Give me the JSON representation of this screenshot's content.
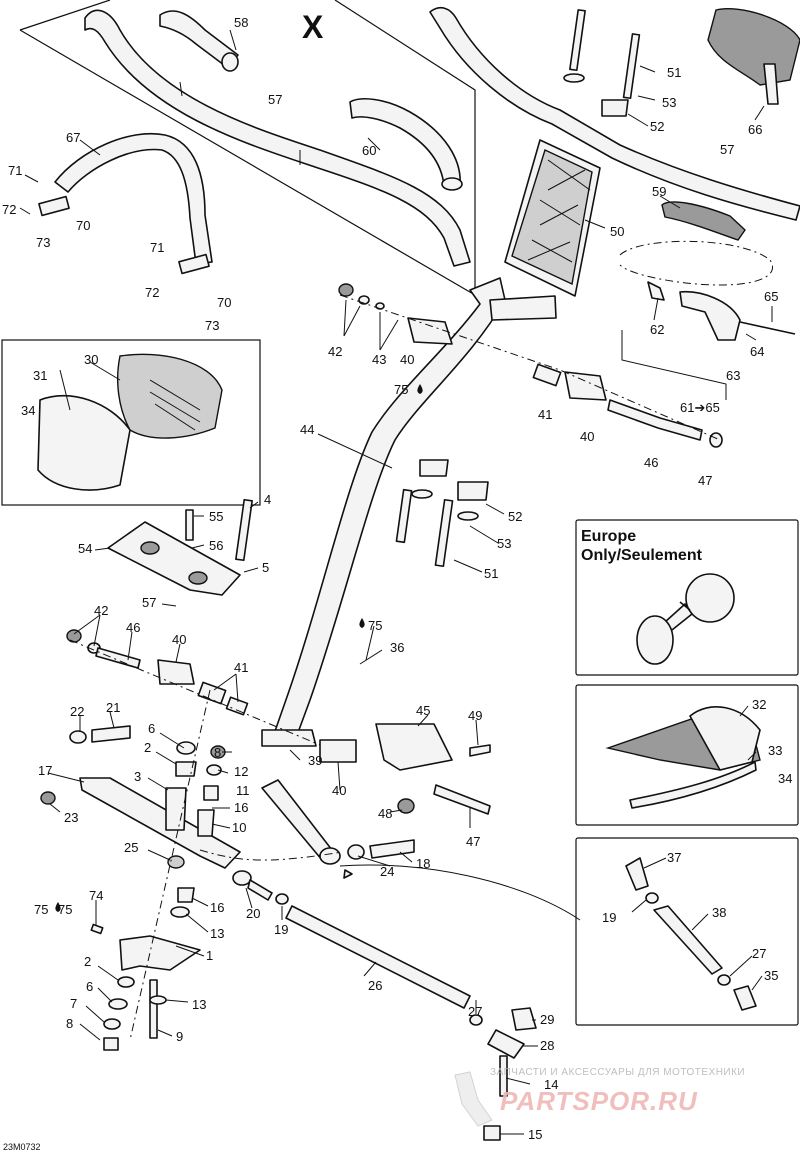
{
  "diagram_code": "23M0732",
  "variant_marker": "X",
  "europe_title_line1": "Europe",
  "europe_title_line2": "Only/Seulement",
  "kit_label": "61➔65",
  "watermark": {
    "text": "ЗАПЧАСТИ И АКСЕССУАРЫ ДЛЯ МОТОТЕХНИКИ",
    "logo": "PARTSPOR.RU"
  },
  "callouts": [
    {
      "id": "c58",
      "label": "58"
    },
    {
      "id": "c57a",
      "label": "57"
    },
    {
      "id": "c60",
      "label": "60"
    },
    {
      "id": "c67",
      "label": "67"
    },
    {
      "id": "c71a",
      "label": "71"
    },
    {
      "id": "c72a",
      "label": "72"
    },
    {
      "id": "c70a",
      "label": "70"
    },
    {
      "id": "c73a",
      "label": "73"
    },
    {
      "id": "c71b",
      "label": "71"
    },
    {
      "id": "c72b",
      "label": "72"
    },
    {
      "id": "c70b",
      "label": "70"
    },
    {
      "id": "c73b",
      "label": "73"
    },
    {
      "id": "c51a",
      "label": "51"
    },
    {
      "id": "c53a",
      "label": "53"
    },
    {
      "id": "c52a",
      "label": "52"
    },
    {
      "id": "c66",
      "label": "66"
    },
    {
      "id": "c57b",
      "label": "57"
    },
    {
      "id": "c50",
      "label": "50"
    },
    {
      "id": "c59",
      "label": "59"
    },
    {
      "id": "c65",
      "label": "65"
    },
    {
      "id": "c62",
      "label": "62"
    },
    {
      "id": "c64",
      "label": "64"
    },
    {
      "id": "c63",
      "label": "63"
    },
    {
      "id": "c42a",
      "label": "42"
    },
    {
      "id": "c43",
      "label": "43"
    },
    {
      "id": "c40a",
      "label": "40"
    },
    {
      "id": "c75a",
      "label": "75"
    },
    {
      "id": "c41a",
      "label": "41"
    },
    {
      "id": "c40b",
      "label": "40"
    },
    {
      "id": "c46a",
      "label": "46"
    },
    {
      "id": "c47a",
      "label": "47"
    },
    {
      "id": "c30",
      "label": "30"
    },
    {
      "id": "c31",
      "label": "31"
    },
    {
      "id": "c34a",
      "label": "34"
    },
    {
      "id": "c44",
      "label": "44"
    },
    {
      "id": "c52b",
      "label": "52"
    },
    {
      "id": "c53b",
      "label": "53"
    },
    {
      "id": "c51b",
      "label": "51"
    },
    {
      "id": "c4",
      "label": "4"
    },
    {
      "id": "c55",
      "label": "55"
    },
    {
      "id": "c56",
      "label": "56"
    },
    {
      "id": "c54",
      "label": "54"
    },
    {
      "id": "c5",
      "label": "5"
    },
    {
      "id": "c57c",
      "label": "57"
    },
    {
      "id": "c75b",
      "label": "75"
    },
    {
      "id": "c75c",
      "label": "75"
    },
    {
      "id": "c42b",
      "label": "42"
    },
    {
      "id": "c46b",
      "label": "46"
    },
    {
      "id": "c40c",
      "label": "40"
    },
    {
      "id": "c41b",
      "label": "41"
    },
    {
      "id": "c36",
      "label": "36"
    },
    {
      "id": "c32",
      "label": "32"
    },
    {
      "id": "c33",
      "label": "33"
    },
    {
      "id": "c34b",
      "label": "34"
    },
    {
      "id": "c22",
      "label": "22"
    },
    {
      "id": "c21",
      "label": "21"
    },
    {
      "id": "c6a",
      "label": "6"
    },
    {
      "id": "c2a",
      "label": "2"
    },
    {
      "id": "c45",
      "label": "45"
    },
    {
      "id": "c49",
      "label": "49"
    },
    {
      "id": "c3",
      "label": "3"
    },
    {
      "id": "c8a",
      "label": "8"
    },
    {
      "id": "c12",
      "label": "12"
    },
    {
      "id": "c11",
      "label": "11"
    },
    {
      "id": "c39",
      "label": "39"
    },
    {
      "id": "c40d",
      "label": "40"
    },
    {
      "id": "c17",
      "label": "17"
    },
    {
      "id": "c23",
      "label": "23"
    },
    {
      "id": "c16a",
      "label": "16"
    },
    {
      "id": "c10",
      "label": "10"
    },
    {
      "id": "c48",
      "label": "48"
    },
    {
      "id": "c47b",
      "label": "47"
    },
    {
      "id": "c25",
      "label": "25"
    },
    {
      "id": "c24",
      "label": "24"
    },
    {
      "id": "c18",
      "label": "18"
    },
    {
      "id": "c37",
      "label": "37"
    },
    {
      "id": "c75d",
      "label": "75"
    },
    {
      "id": "c74",
      "label": "74"
    },
    {
      "id": "c16b",
      "label": "16"
    },
    {
      "id": "c20",
      "label": "20"
    },
    {
      "id": "c19a",
      "label": "19"
    },
    {
      "id": "c19b",
      "label": "19"
    },
    {
      "id": "c38",
      "label": "38"
    },
    {
      "id": "c13a",
      "label": "13"
    },
    {
      "id": "c1",
      "label": "1"
    },
    {
      "id": "c27a",
      "label": "27"
    },
    {
      "id": "c35",
      "label": "35"
    },
    {
      "id": "c2b",
      "label": "2"
    },
    {
      "id": "c26",
      "label": "26"
    },
    {
      "id": "c6b",
      "label": "6"
    },
    {
      "id": "c13b",
      "label": "13"
    },
    {
      "id": "c7",
      "label": "7"
    },
    {
      "id": "c27b",
      "label": "27"
    },
    {
      "id": "c29",
      "label": "29"
    },
    {
      "id": "c8b",
      "label": "8"
    },
    {
      "id": "c9",
      "label": "9"
    },
    {
      "id": "c28",
      "label": "28"
    },
    {
      "id": "c14",
      "label": "14"
    },
    {
      "id": "c15",
      "label": "15"
    }
  ]
}
